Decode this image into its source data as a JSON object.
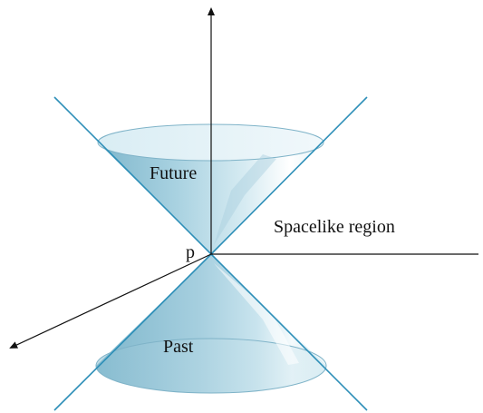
{
  "labels": {
    "future": "Future",
    "past": "Past",
    "spacelike": "Spacelike region",
    "event": "p"
  },
  "colors": {
    "cone_line": "#2e8fb8",
    "cone_fill_light": "#e3f2f7",
    "cone_fill_mid": "#b8dbe7",
    "cone_fill_dark": "#7fb7cc",
    "axis": "#111111"
  }
}
